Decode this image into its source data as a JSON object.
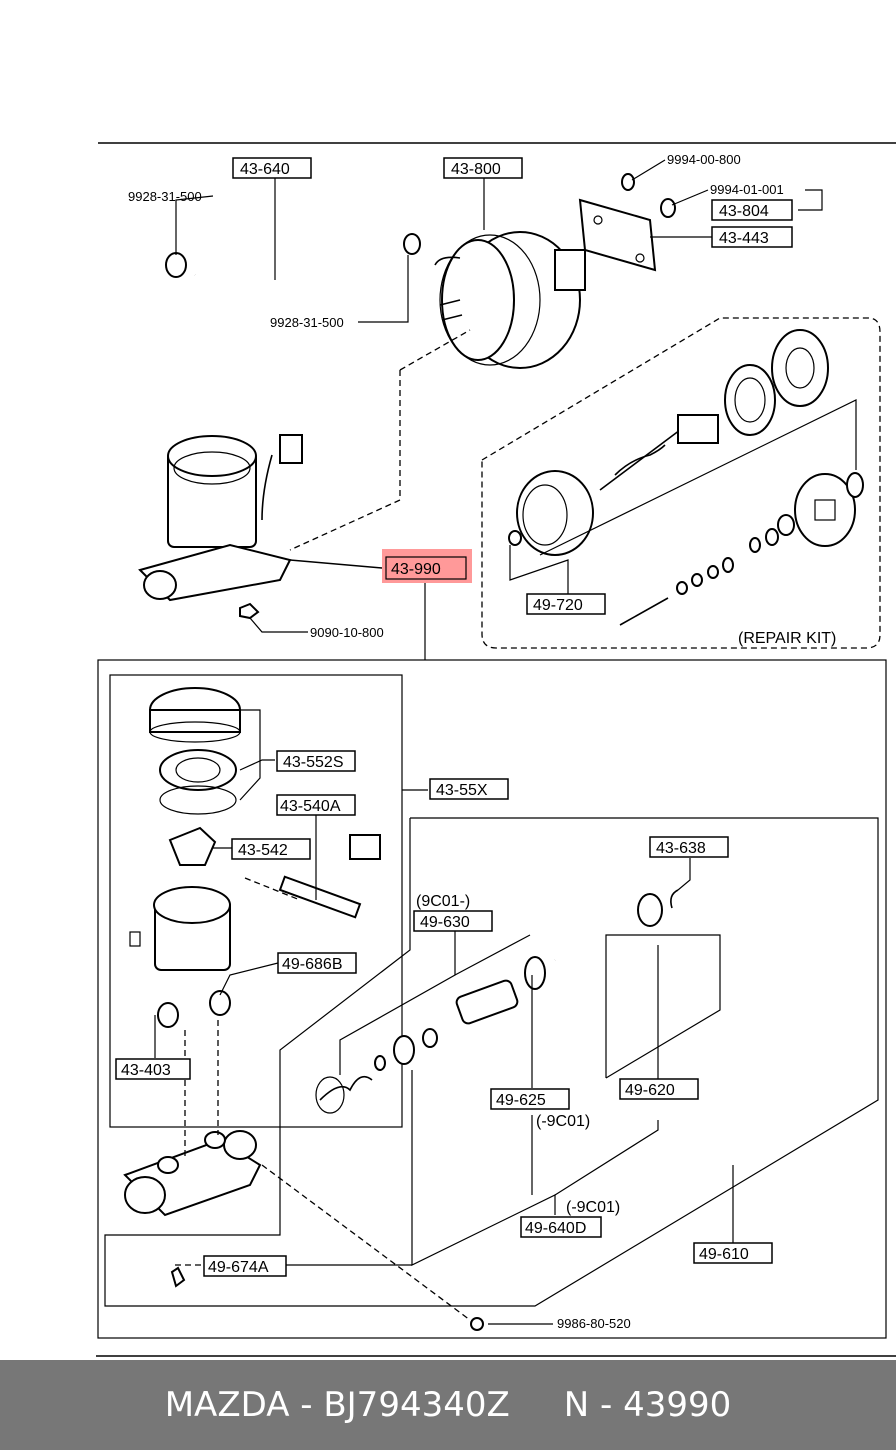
{
  "diagram": {
    "labels": {
      "l43_640": "43-640",
      "l43_800": "43-800",
      "l9994_00_800": "9994-00-800",
      "l9994_01_001": "9994-01-001",
      "l43_804": "43-804",
      "l43_443": "43-443",
      "l9928_top": "9928-31-500",
      "l9928_bottom": "9928-31-500",
      "l43_990": "43-990",
      "l9090": "9090-10-800",
      "l49_720": "49-720",
      "repair_kit": "(REPAIR KIT)",
      "l43_552S": "43-552S",
      "l43_55X": "43-55X",
      "l43_540A": "43-540A",
      "l43_542": "43-542",
      "l43_638": "43-638",
      "l9C01_plus": "(9C01-)",
      "l49_630": "49-630",
      "l49_686B": "49-686B",
      "l43_403": "43-403",
      "l49_625": "49-625",
      "l49_620": "49-620",
      "l9C01_minus_a": "(-9C01)",
      "l9C01_minus_b": "(-9C01)",
      "l49_640D": "49-640D",
      "l49_610": "49-610",
      "l49_674A": "49-674A",
      "l9986": "9986-80-520"
    },
    "highlight_color": "#ff9999"
  },
  "footer": {
    "text": "MAZDA - BJ794340Z     N - 43990",
    "background": "#777777"
  }
}
